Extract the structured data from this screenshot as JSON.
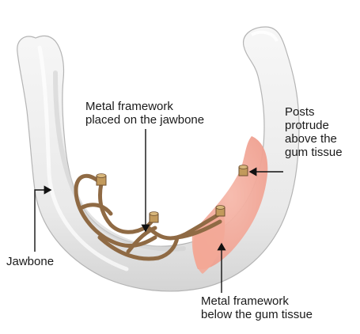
{
  "figure": {
    "colors": {
      "bone": "#eeeeee",
      "bone_shadow": "#c9c9c9",
      "bone_outline": "#a9a9a9",
      "gum": "#f2a99a",
      "framework": "#8f6a44",
      "framework_dark": "#6e4f30",
      "post": "#c29a5c",
      "leader_line": "#111111"
    }
  },
  "labels": {
    "metal_framework_on_jawbone": [
      "Metal framework",
      "placed on the jawbone"
    ],
    "posts": [
      "Posts",
      "protrude",
      "above the",
      "gum tissue"
    ],
    "jawbone": [
      "Jawbone"
    ],
    "metal_framework_below_gum": [
      "Metal framework",
      "below the gum tissue"
    ]
  }
}
